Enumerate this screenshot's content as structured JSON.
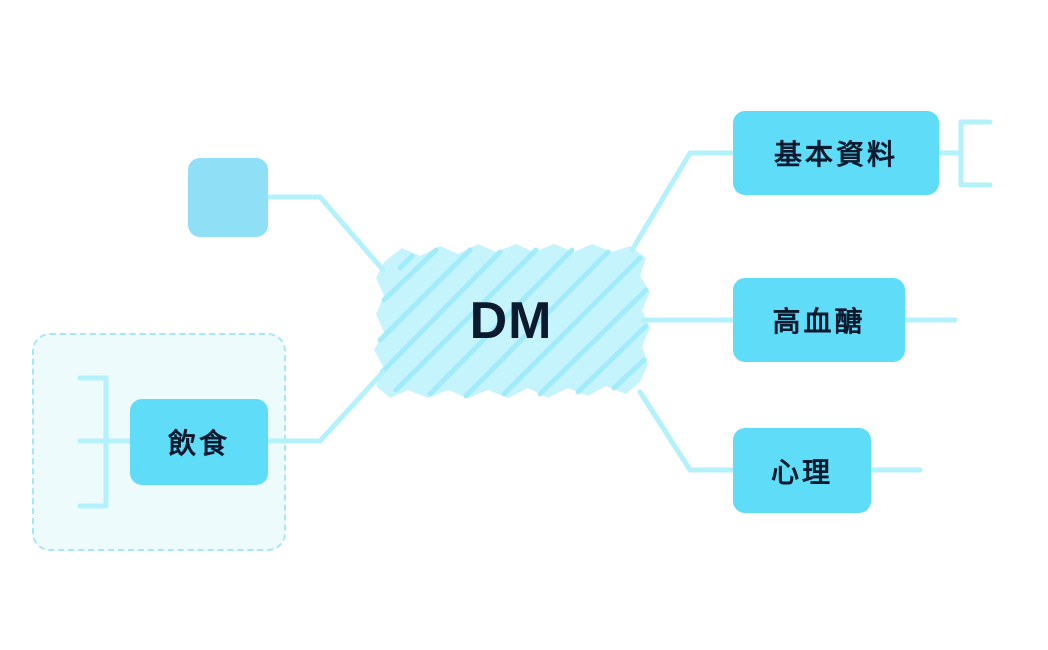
{
  "central": {
    "label": "DM"
  },
  "topics": {
    "basic_info": {
      "label": "基本資料"
    },
    "blood_sugar": {
      "label": "高血醣"
    },
    "psychology": {
      "label": "心理"
    },
    "diet": {
      "label": "飲食"
    },
    "blank": {
      "label": ""
    }
  },
  "colors": {
    "topic_fill": "#5fdcf7",
    "blank_fill": "#8fdff7",
    "center_fill": "#aef0fb",
    "connector": "#b3f1fb",
    "boundary": "#a9e5f2",
    "boundary_fill": "#eefbfd",
    "text": "#0b1a2e"
  }
}
